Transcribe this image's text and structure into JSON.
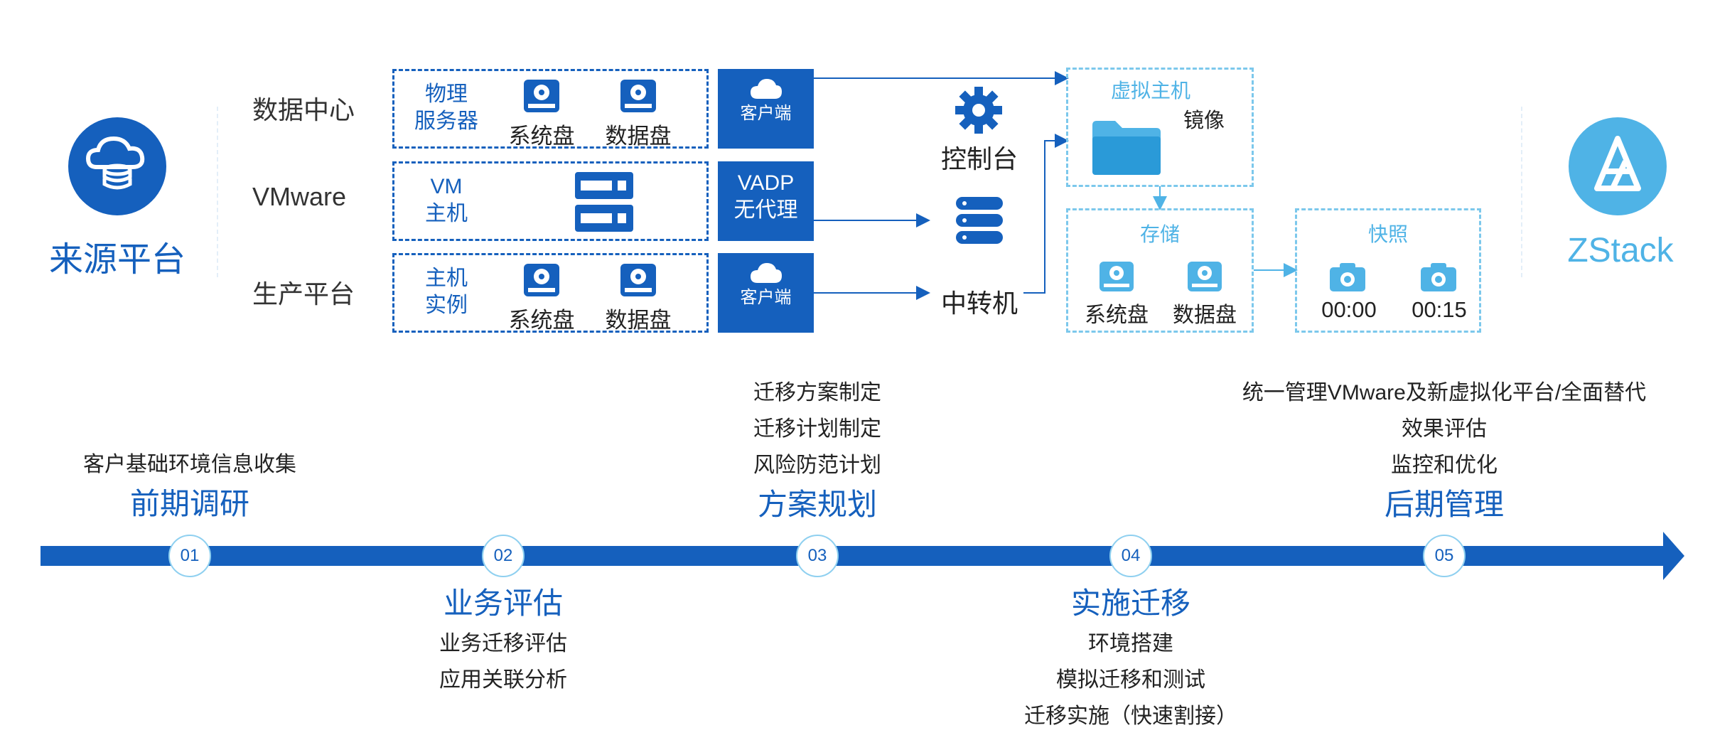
{
  "source": {
    "title": "来源平台",
    "icon": "cloud-database-icon"
  },
  "target": {
    "title": "ZStack",
    "icon": "zstack-logo-icon"
  },
  "rows": [
    {
      "label": "数据中心",
      "box_label": "物理\n服务器",
      "disk1": "系统盘",
      "disk2": "数据盘",
      "agent": "客户端"
    },
    {
      "label": "VMware",
      "box_label": "VM\n主机",
      "agent": "VADP\n无代理"
    },
    {
      "label": "生产平台",
      "box_label": "主机\n实例",
      "disk1": "系统盘",
      "disk2": "数据盘",
      "agent": "客户端"
    }
  ],
  "middle": {
    "console": "控制台",
    "relay": "中转机"
  },
  "vm_box": {
    "title": "虚拟主机",
    "image": "镜像"
  },
  "storage_box": {
    "title": "存储",
    "disk1": "系统盘",
    "disk2": "数据盘"
  },
  "snapshot_box": {
    "title": "快照",
    "t1": "00:00",
    "t2": "00:15"
  },
  "timeline": {
    "steps": [
      {
        "num": "01",
        "title": "前期调研",
        "desc": [
          "客户基础环境信息收集"
        ]
      },
      {
        "num": "02",
        "title": "业务评估",
        "desc": [
          "业务迁移评估",
          "应用关联分析"
        ]
      },
      {
        "num": "03",
        "title": "方案规划",
        "desc": [
          "迁移方案制定",
          "迁移计划制定",
          "风险防范计划"
        ]
      },
      {
        "num": "04",
        "title": "实施迁移",
        "desc": [
          "环境搭建",
          "模拟迁移和测试",
          "迁移实施（快速割接）"
        ]
      },
      {
        "num": "05",
        "title": "后期管理",
        "desc": [
          "统一管理VMware及新虚拟化平台/全面替代",
          "效果评估",
          "监控和优化"
        ]
      }
    ]
  },
  "colors": {
    "primary": "#1560bd",
    "light": "#4fb3e6",
    "dashed_light": "#7cc8ec"
  }
}
